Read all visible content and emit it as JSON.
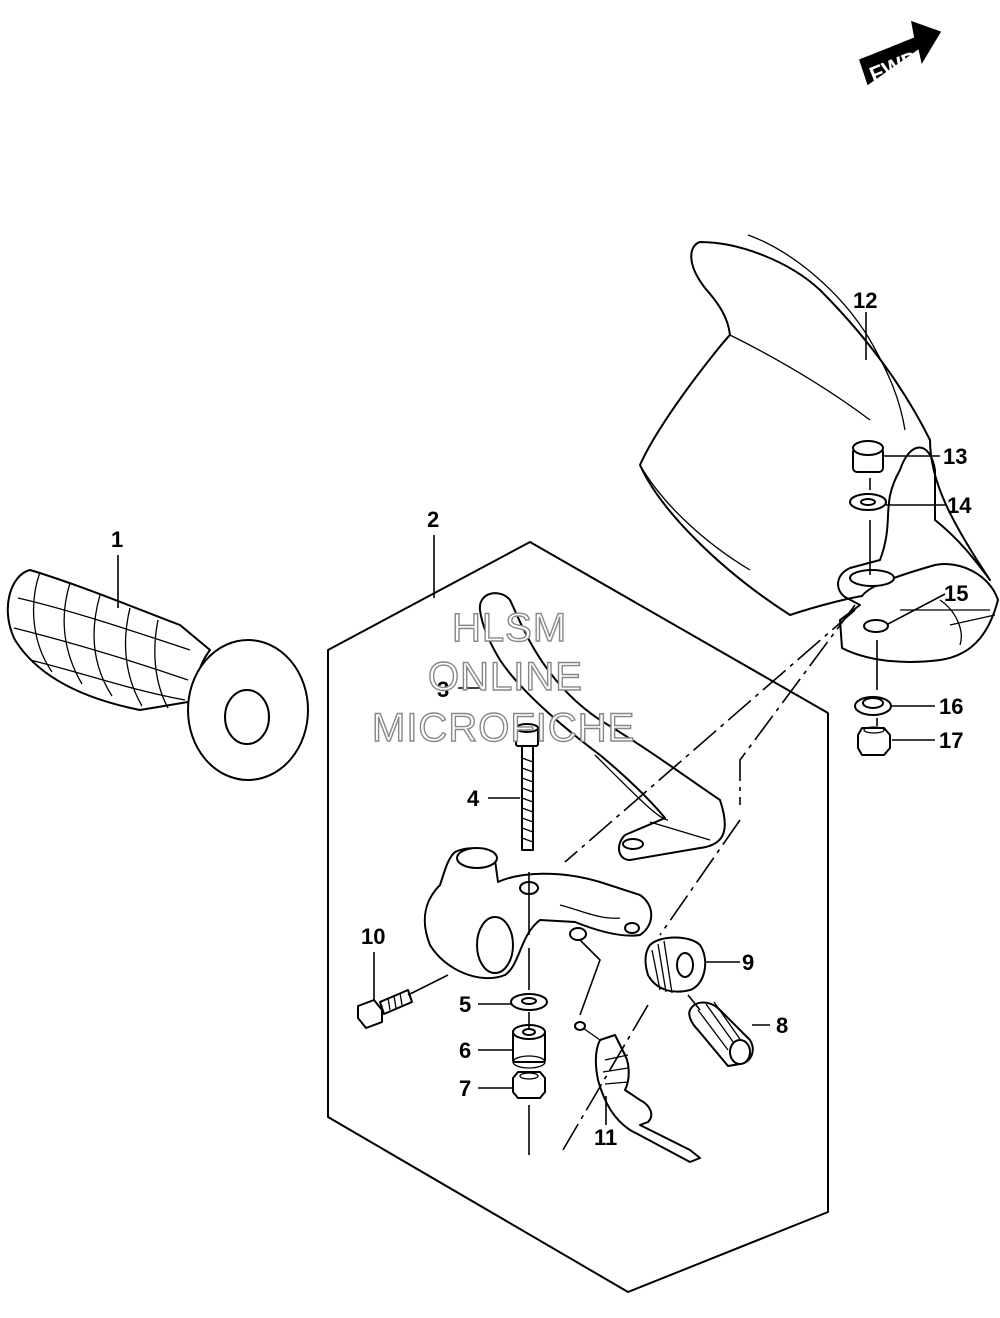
{
  "fwd_label": "FWD",
  "watermark": {
    "line1": "HLSM",
    "line2": "ONLINE",
    "line3": "MICROFICHE"
  },
  "callouts": {
    "p1": "1",
    "p2": "2",
    "p3": "3",
    "p4": "4",
    "p5": "5",
    "p6": "6",
    "p7": "7",
    "p8": "8",
    "p9": "9",
    "p10": "10",
    "p11": "11",
    "p12": "12",
    "p13": "13",
    "p14": "14",
    "p15": "15",
    "p16": "16",
    "p17": "17"
  }
}
